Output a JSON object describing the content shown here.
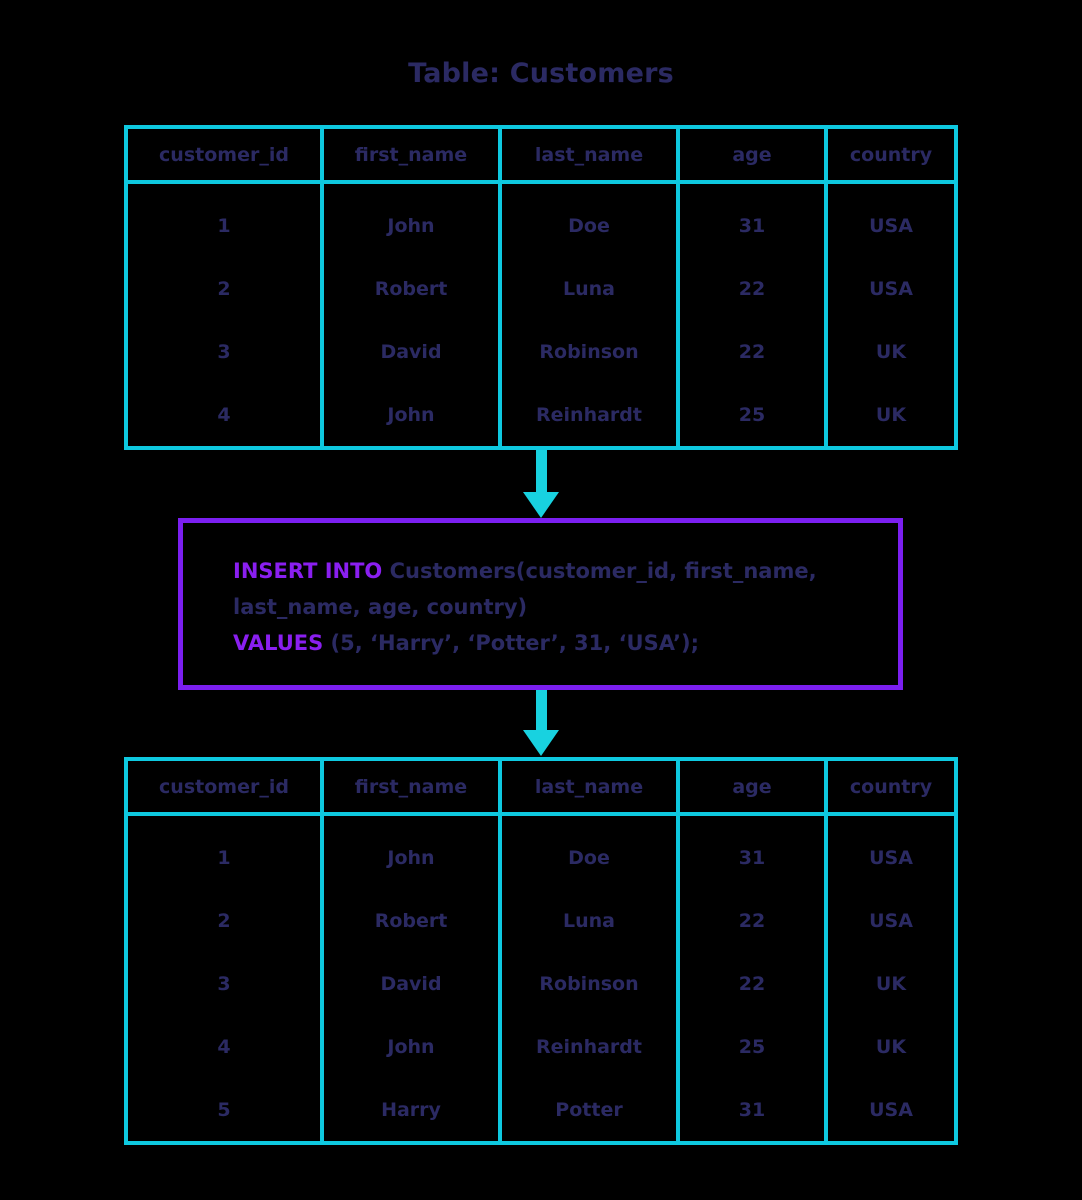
{
  "title": "Table: Customers",
  "colors": {
    "background": "#000000",
    "table_border": "#0ec9e0",
    "arrow": "#18d2e0",
    "text": "#2b2a63",
    "sql_box_border": "#7b1ff0",
    "sql_keyword": "#8a1ff0"
  },
  "columns": [
    "customer_id",
    "first_name",
    "last_name",
    "age",
    "country"
  ],
  "table_before": {
    "name": "customers-table-before",
    "headers": [
      "customer_id",
      "first_name",
      "last_name",
      "age",
      "country"
    ],
    "rows": [
      [
        "1",
        "John",
        "Doe",
        "31",
        "USA"
      ],
      [
        "2",
        "Robert",
        "Luna",
        "22",
        "USA"
      ],
      [
        "3",
        "David",
        "Robinson",
        "22",
        "UK"
      ],
      [
        "4",
        "John",
        "Reinhardt",
        "25",
        "UK"
      ]
    ]
  },
  "table_after": {
    "name": "customers-table-after",
    "headers": [
      "customer_id",
      "first_name",
      "last_name",
      "age",
      "country"
    ],
    "rows": [
      [
        "1",
        "John",
        "Doe",
        "31",
        "USA"
      ],
      [
        "2",
        "Robert",
        "Luna",
        "22",
        "USA"
      ],
      [
        "3",
        "David",
        "Robinson",
        "22",
        "UK"
      ],
      [
        "4",
        "John",
        "Reinhardt",
        "25",
        "UK"
      ],
      [
        "5",
        "Harry",
        "Potter",
        "31",
        "USA"
      ]
    ]
  },
  "sql": {
    "line1_keyword": "INSERT INTO",
    "line1_rest": " Customers(customer_id, first_name,",
    "line2": "last_name, age, country)",
    "line3_keyword": "VALUES",
    "line3_rest": " (5, ‘Harry’, ‘Potter’, 31, ‘USA’);"
  },
  "arrows": {
    "top_label": "arrow-table-to-sql",
    "bottom_label": "arrow-sql-to-table"
  }
}
